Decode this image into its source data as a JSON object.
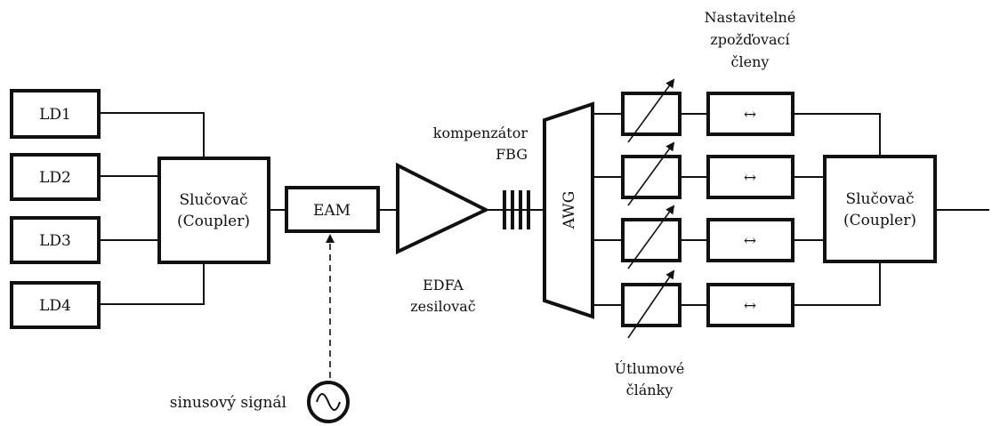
{
  "lasers": [
    "LD1",
    "LD2",
    "LD3",
    "LD4"
  ],
  "coupler_in": {
    "line1": "Slučovač",
    "line2": "(Coupler)"
  },
  "eam": "EAM",
  "source": "sinusový signál",
  "edfa": {
    "line1": "EDFA",
    "line2": "zesilovač"
  },
  "fbg": {
    "line1": "kompenzátor",
    "line2": "FBG"
  },
  "awg": "AWG",
  "attenuators": {
    "line1": "Útlumové",
    "line2": "články"
  },
  "delays": {
    "line1": "Nastavitelné",
    "line2": "zpožďovací",
    "line3": "členy",
    "symbol": "↔"
  },
  "coupler_out": {
    "line1": "Slučovač",
    "line2": "(Coupler)"
  }
}
